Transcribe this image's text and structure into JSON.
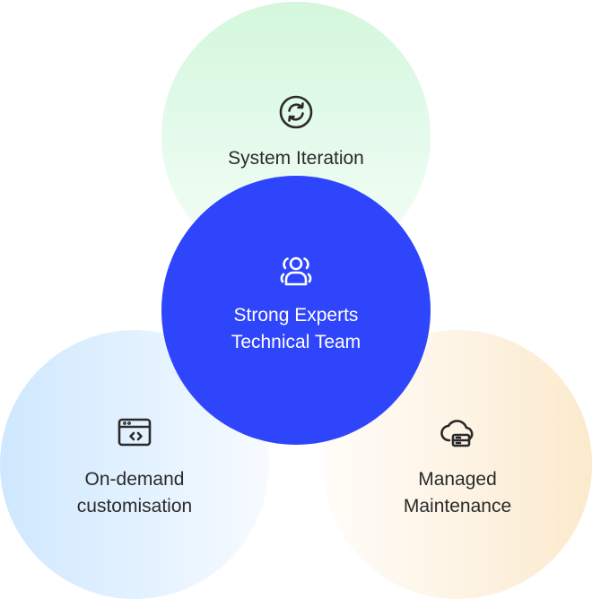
{
  "nodes": {
    "top": {
      "label": "System Iteration",
      "icon": "refresh-icon"
    },
    "center": {
      "label": "Strong Experts\nTechnical Team",
      "icon": "team-icon"
    },
    "left": {
      "label": "On-demand\ncustomisation",
      "icon": "code-window-icon"
    },
    "right": {
      "label": "Managed\nMaintenance",
      "icon": "cloud-server-icon"
    }
  },
  "colors": {
    "center_fill": "#2f45fb",
    "top_fill": "#d3f7dd",
    "left_fill": "#cfe8fe",
    "right_fill": "#fbeacc",
    "text": "#2a2a2a",
    "icon_stroke": "#2a2a2a"
  }
}
